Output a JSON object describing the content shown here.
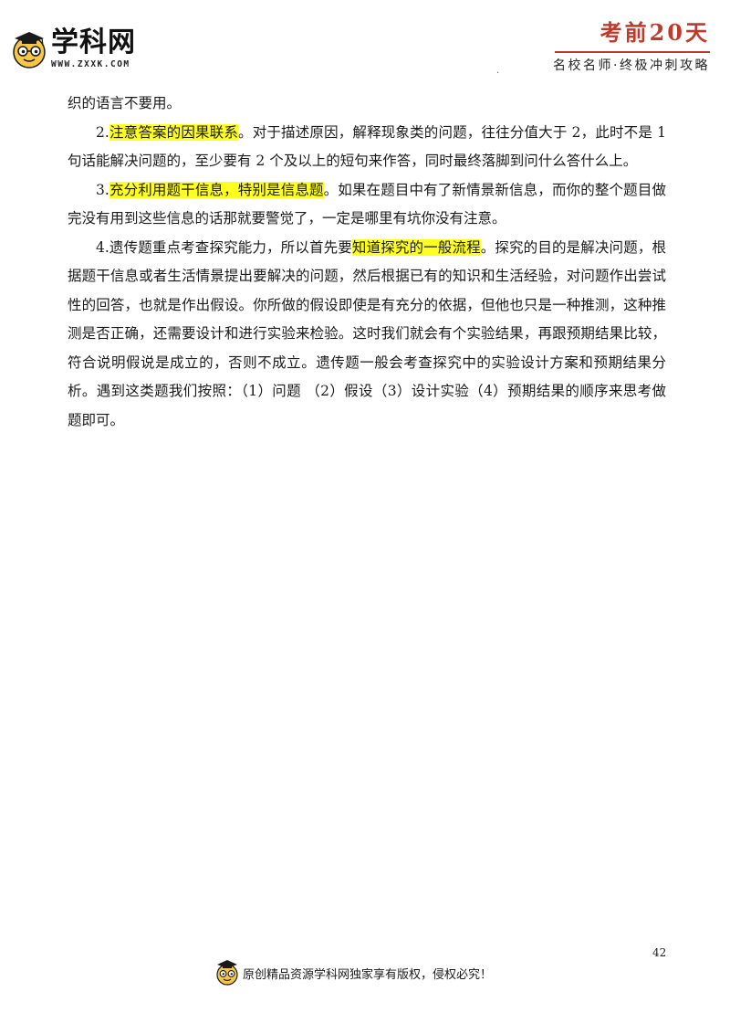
{
  "header": {
    "logo_text": "学科网",
    "logo_url": "WWW.ZXXK.COM",
    "badge_title": "考前20天",
    "badge_subtitle": "名校名师·终极冲刺攻略",
    "dot": "."
  },
  "content": {
    "p0": "织的语言不要用。",
    "p1": {
      "num": "2.",
      "highlight": "注意答案的因果联系",
      "rest": "。对于描述原因，解释现象类的问题，往往分值大于 2，此时不是 1 句话能解决问题的，至少要有 2 个及以上的短句来作答，同时最终落脚到问什么答什么上。"
    },
    "p2": {
      "num": "3.",
      "highlight": "充分利用题干信息，特别是信息题",
      "rest": "。如果在题目中有了新情景新信息，而你的整个题目做完没有用到这些信息的话那就要警觉了，一定是哪里有坑你没有注意。"
    },
    "p3": {
      "lead": "4.遗传题重点考查探究能力，所以首先要",
      "highlight": "知道探究的一般流程",
      "rest": "。探究的目的是解决问题，根据题干信息或者生活情景提出要解决的问题，然后根据已有的知识和生活经验，对问题作出尝试性的回答，也就是作出假设。你所做的假设即使是有充分的依据，但他也只是一种推测，这种推测是否正确，还需要设计和进行实验来检验。这时我们就会有个实验结果，再跟预期结果比较，符合说明假说是成立的，否则不成立。遗传题一般会考查探究中的实验设计方案和预期结果分析。遇到这类题我们按照：（1）问题 （2）假设（3）设计实验（4）预期结果的顺序来思考做题即可。"
    }
  },
  "footer": {
    "page_number": "42",
    "copyright": "原创精品资源学科网独家享有版权，侵权必究！"
  },
  "colors": {
    "highlight": "#ffff1f",
    "brand_red": "#c0392b"
  }
}
